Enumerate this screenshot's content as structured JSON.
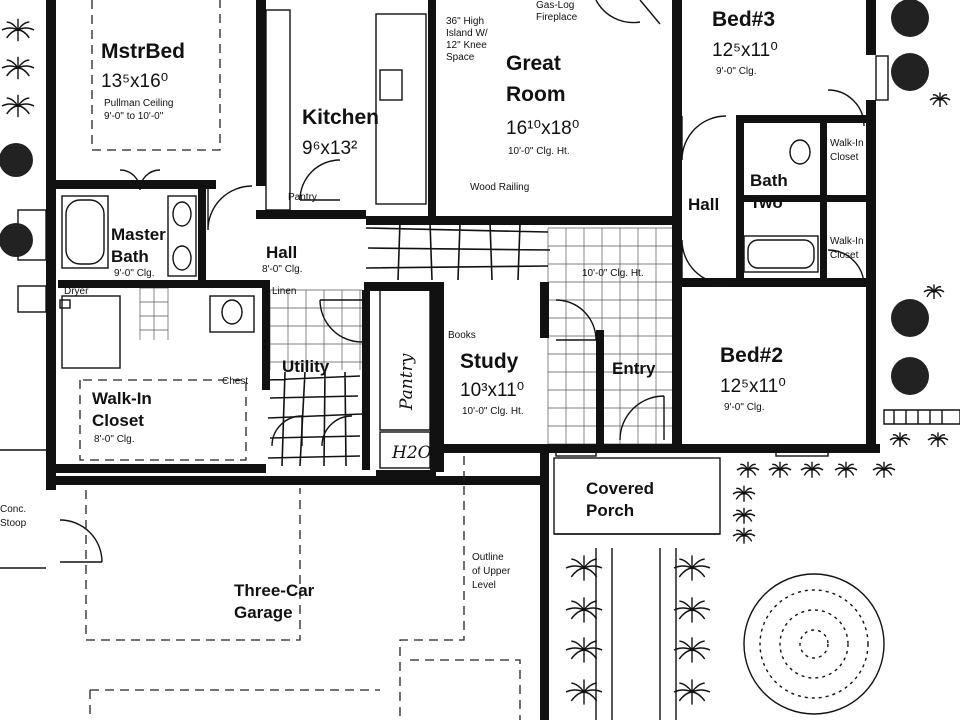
{
  "rooms": {
    "master_bed": {
      "name": "MstrBed",
      "dims": "13⁵x16⁰",
      "note1": "Pullman Ceiling",
      "note2": "9'-0\" to 10'-0\""
    },
    "kitchen": {
      "name": "Kitchen",
      "dims": "9⁶x13²"
    },
    "great_room": {
      "name1": "Great",
      "name2": "Room",
      "dims": "16¹⁰x18⁰",
      "note": "10'-0\" Clg. Ht."
    },
    "bed3": {
      "name": "Bed#3",
      "dims": "12⁵x11⁰",
      "note": "9'-0\" Clg."
    },
    "master_bath": {
      "name1": "Master",
      "name2": "Bath",
      "note": "9'-0\" Clg."
    },
    "hall_center": {
      "name": "Hall",
      "note": "8'-0\" Clg."
    },
    "hall_right": {
      "name": "Hall"
    },
    "bath_two": {
      "name1": "Bath",
      "name2": "Two"
    },
    "walkin_closet_right_1": {
      "name1": "Walk-In",
      "name2": "Closet"
    },
    "walkin_closet_right_2": {
      "name1": "Walk-In",
      "name2": "Closet"
    },
    "walkin_closet_master": {
      "name1": "Walk-In",
      "name2": "Closet",
      "note": "8'-0\" Clg."
    },
    "study": {
      "name": "Study",
      "dims": "10³x11⁰",
      "note": "10'-0\" Clg. Ht."
    },
    "bed2": {
      "name": "Bed#2",
      "dims": "12⁵x11⁰",
      "note": "9'-0\" Clg."
    },
    "entry": {
      "name": "Entry"
    },
    "utility": {
      "name": "Utility"
    },
    "pantry_handwritten": {
      "name": "Pantry"
    },
    "pantry_kitchen": {
      "name": "Pantry"
    },
    "covered_porch": {
      "name1": "Covered",
      "name2": "Porch"
    },
    "garage": {
      "name1": "Three-Car",
      "name2": "Garage"
    }
  },
  "annotations": {
    "island": [
      "36\" High",
      "Island W/",
      "12\" Knee",
      "Space"
    ],
    "fireplace": [
      "Gas-Log",
      "Fireplace"
    ],
    "wood_railing": "Wood Railing",
    "entry_ceiling": "10'-0\" Clg. Ht.",
    "books": "Books",
    "chest": "Chest",
    "linen": "Linen",
    "upper_level": [
      "Outline",
      "of Upper",
      "Level"
    ],
    "conc_stoop": [
      "Conc.",
      "Stoop"
    ],
    "dryer": "Dryer",
    "water_heater": "H2O"
  }
}
